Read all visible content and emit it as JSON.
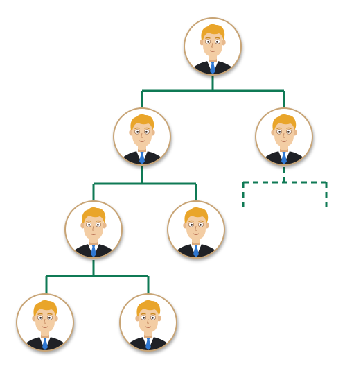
{
  "diagram": {
    "type": "org-chart",
    "colors": {
      "connector": "#0f7a55",
      "node_border": "#c8a475",
      "hair": "#e9a52a",
      "skin": "#f3cda4",
      "suit": "#1f2126",
      "tie": "#2f78d2"
    },
    "icon": "businessman-avatar-icon",
    "nodes": [
      {
        "id": "ceo",
        "parent": null
      },
      {
        "id": "manager-left",
        "parent": "ceo"
      },
      {
        "id": "manager-right",
        "parent": "ceo"
      },
      {
        "id": "lead-left",
        "parent": "manager-left"
      },
      {
        "id": "lead-right",
        "parent": "manager-left"
      },
      {
        "id": "staff-left",
        "parent": "lead-left"
      },
      {
        "id": "staff-right",
        "parent": "lead-left"
      }
    ],
    "placeholder_branches": [
      {
        "parent": "manager-right",
        "children": 2,
        "style": "dashed"
      }
    ]
  }
}
